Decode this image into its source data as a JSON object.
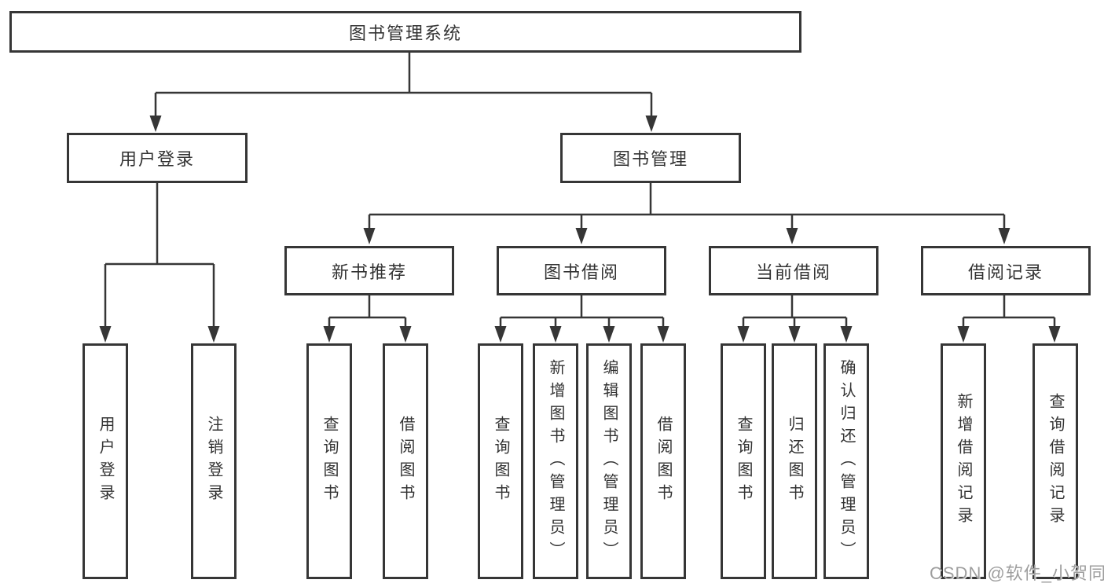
{
  "diagram": {
    "nodes": {
      "root": {
        "label": "图书管理系统",
        "parent": null
      },
      "user_login": {
        "label": "用户登录",
        "parent": "root"
      },
      "book_mgmt": {
        "label": "图书管理",
        "parent": "root"
      },
      "leaf_user_login": {
        "label": "用户登录",
        "parent": "user_login"
      },
      "leaf_logout": {
        "label": "注销登录",
        "parent": "user_login"
      },
      "new_book_rec": {
        "label": "新书推荐",
        "parent": "book_mgmt"
      },
      "book_borrow": {
        "label": "图书借阅",
        "parent": "book_mgmt"
      },
      "current_borrow": {
        "label": "当前借阅",
        "parent": "book_mgmt"
      },
      "borrow_records": {
        "label": "借阅记录",
        "parent": "book_mgmt"
      },
      "rec_query_books": {
        "label": "查询图书",
        "parent": "new_book_rec"
      },
      "rec_borrow_books": {
        "label": "借阅图书",
        "parent": "new_book_rec"
      },
      "bb_query_books": {
        "label": "查询图书",
        "parent": "book_borrow"
      },
      "bb_add_books": {
        "label": "新增图书（管理员）",
        "parent": "book_borrow"
      },
      "bb_edit_books": {
        "label": "编辑图书（管理员）",
        "parent": "book_borrow"
      },
      "bb_borrow_books": {
        "label": "借阅图书",
        "parent": "book_borrow"
      },
      "cb_query_books": {
        "label": "查询图书",
        "parent": "current_borrow"
      },
      "cb_return_books": {
        "label": "归还图书",
        "parent": "current_borrow"
      },
      "cb_confirm_return": {
        "label": "确认归还（管理员）",
        "parent": "current_borrow"
      },
      "br_add_record": {
        "label": "新增借阅记录",
        "parent": "borrow_records"
      },
      "br_query_record": {
        "label": "查询借阅记录",
        "parent": "borrow_records"
      }
    },
    "watermark": "CSDN @软件_小贺同学",
    "colors": {
      "line": "#363636",
      "text": "#333333",
      "background": "#ffffff",
      "watermark": "#9e9e9e"
    }
  }
}
